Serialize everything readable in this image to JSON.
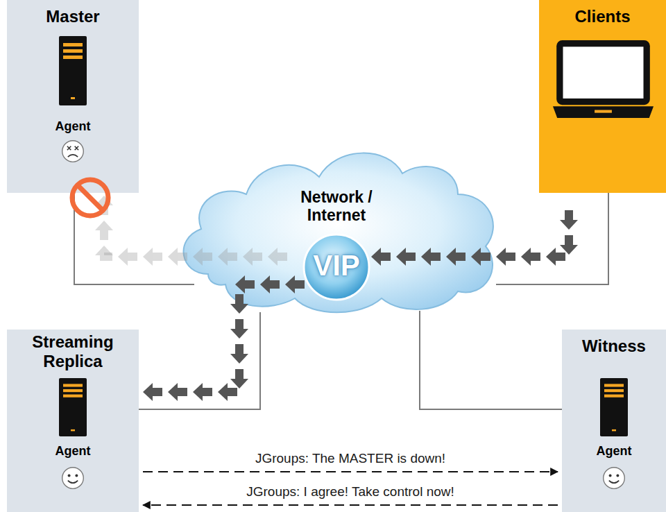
{
  "diagram": {
    "nodes": [
      {
        "text": [
          "Master",
          "Agent"
        ]
      },
      {
        "text": [
          "Clients"
        ]
      },
      {
        "text": [
          "Network / Internet"
        ]
      },
      {
        "text": [
          "VIP"
        ],
        "in": 2
      },
      {
        "text": [
          "Streaming Replica",
          "Agent"
        ]
      },
      {
        "text": [
          "Witness",
          "Agent"
        ]
      }
    ],
    "edges": [
      {
        "from": 1,
        "to": 3,
        "arrow": "to"
      },
      {
        "from": 3,
        "to": 0,
        "arrow": "to"
      },
      {
        "from": 3,
        "to": 4,
        "arrow": "to"
      },
      {
        "from": 4,
        "to": 5,
        "label": "JGroups: The MASTER is down!",
        "arrow": "to"
      },
      {
        "from": 5,
        "to": 4,
        "label": "JGroups: I agree! Take control now!",
        "arrow": "to"
      },
      {
        "from": 0,
        "to": 2,
        "arrow": "none"
      },
      {
        "from": 1,
        "to": 2,
        "arrow": "none"
      },
      {
        "from": 4,
        "to": 2,
        "arrow": "none"
      },
      {
        "from": 5,
        "to": 2,
        "arrow": "none"
      }
    ]
  }
}
